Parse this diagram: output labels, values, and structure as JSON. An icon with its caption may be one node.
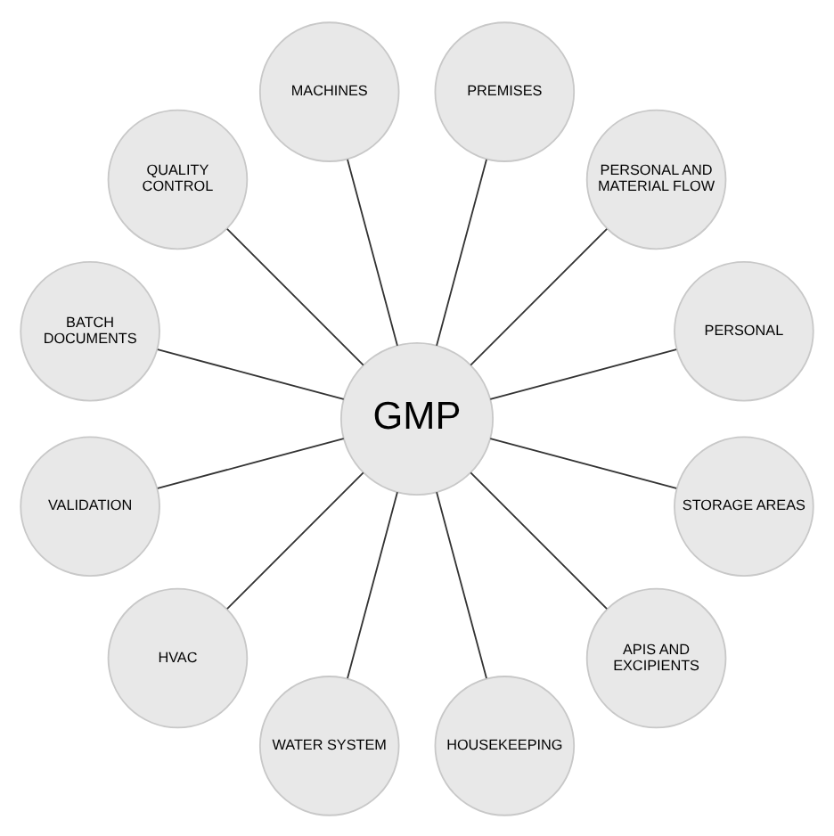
{
  "diagram": {
    "nodes": [
      {
        "text": [
          "GMP"
        ]
      },
      {
        "text": [
          "PERSONAL"
        ]
      },
      {
        "text": [
          "PERSONAL AND MATERIAL FLOW"
        ]
      },
      {
        "text": [
          "PREMISES"
        ]
      },
      {
        "text": [
          "MACHINES"
        ]
      },
      {
        "text": [
          "QUALITY CONTROL"
        ]
      },
      {
        "text": [
          "BATCH DOCUMENTS"
        ]
      },
      {
        "text": [
          "VALIDATION"
        ]
      },
      {
        "text": [
          "HVAC"
        ]
      },
      {
        "text": [
          "WATER SYSTEM"
        ]
      },
      {
        "text": [
          "HOUSEKEEPING"
        ]
      },
      {
        "text": [
          "APIS AND EXCIPIENTS"
        ]
      },
      {
        "text": [
          "STORAGE AREAS"
        ]
      }
    ],
    "edges": [
      {
        "from": 0,
        "to": 1,
        "arrow": "none"
      },
      {
        "from": 0,
        "to": 2,
        "arrow": "none"
      },
      {
        "from": 0,
        "to": 3,
        "arrow": "none"
      },
      {
        "from": 0,
        "to": 4,
        "arrow": "none"
      },
      {
        "from": 0,
        "to": 5,
        "arrow": "none"
      },
      {
        "from": 0,
        "to": 6,
        "arrow": "none"
      },
      {
        "from": 0,
        "to": 7,
        "arrow": "none"
      },
      {
        "from": 0,
        "to": 8,
        "arrow": "none"
      },
      {
        "from": 0,
        "to": 9,
        "arrow": "none"
      },
      {
        "from": 0,
        "to": 10,
        "arrow": "none"
      },
      {
        "from": 0,
        "to": 11,
        "arrow": "none"
      },
      {
        "from": 0,
        "to": 12,
        "arrow": "none"
      }
    ]
  }
}
